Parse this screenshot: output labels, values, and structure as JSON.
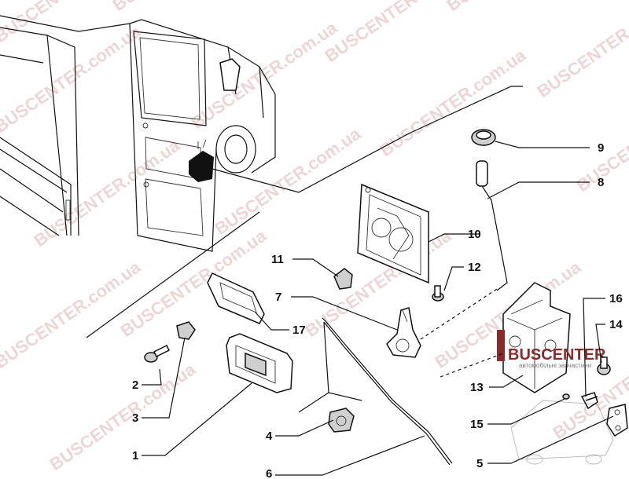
{
  "watermark": {
    "brand": "BUSCENTER",
    "domain": "BUSCENTER.com.ua",
    "logo_text": "BUSCENTER",
    "logo_sub": "автомобільні запчастини",
    "color": "#d9a3a3"
  },
  "callouts": [
    {
      "id": "1",
      "label": "1"
    },
    {
      "id": "2",
      "label": "2"
    },
    {
      "id": "3",
      "label": "3"
    },
    {
      "id": "4",
      "label": "4"
    },
    {
      "id": "5",
      "label": "5"
    },
    {
      "id": "6",
      "label": "6"
    },
    {
      "id": "7",
      "label": "7"
    },
    {
      "id": "8",
      "label": "8"
    },
    {
      "id": "9",
      "label": "9"
    },
    {
      "id": "10",
      "label": "10"
    },
    {
      "id": "11",
      "label": "11"
    },
    {
      "id": "12",
      "label": "12"
    },
    {
      "id": "13",
      "label": "13"
    },
    {
      "id": "14",
      "label": "14"
    },
    {
      "id": "15",
      "label": "15"
    },
    {
      "id": "16",
      "label": "16"
    },
    {
      "id": "17",
      "label": "17"
    }
  ],
  "parts": {
    "outside_handle": "1",
    "screw": "2",
    "cap": "3",
    "rod_clip": "4",
    "striker": "5",
    "rod": "6",
    "lever": "7",
    "cable": "8",
    "grommet": "9",
    "cover_plate": "10",
    "clip": "11",
    "bolt": "12",
    "lock": "13",
    "bolt_small": "14",
    "screw_small": "15",
    "plate": "16",
    "inner_handle": "17"
  }
}
